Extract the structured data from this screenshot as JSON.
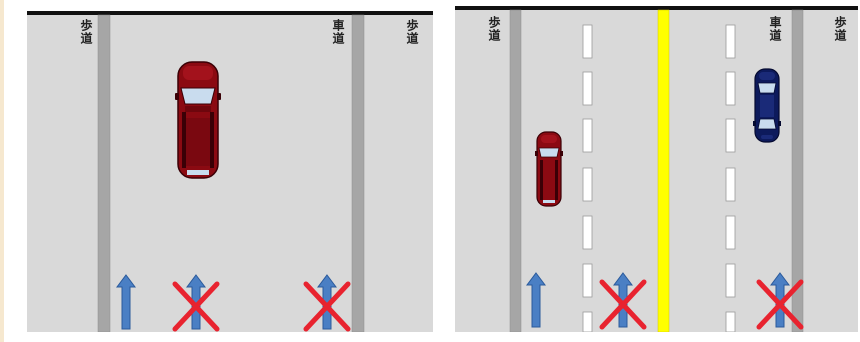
{
  "diagrams": [
    {
      "id": "left",
      "labels": {
        "sidewalk_left": "歩道",
        "roadway": "車道",
        "sidewalk_right": "歩道"
      },
      "arrows": [
        {
          "direction": "up",
          "allowed": true
        },
        {
          "direction": "up",
          "allowed": false
        },
        {
          "direction": "up",
          "allowed": false
        }
      ],
      "car": {
        "color": "#8b0a12",
        "direction": "up"
      }
    },
    {
      "id": "right",
      "labels": {
        "sidewalk_left": "歩道",
        "roadway": "車道",
        "sidewalk_right": "歩道"
      },
      "arrows": [
        {
          "direction": "up",
          "allowed": true
        },
        {
          "direction": "up",
          "allowed": false
        },
        {
          "direction": "up",
          "allowed": false
        }
      ],
      "cars": [
        {
          "color": "#8b0a12",
          "direction": "up"
        },
        {
          "color": "#0d1a5c",
          "direction": "down"
        }
      ],
      "center_line_color": "#ffff00"
    }
  ],
  "colors": {
    "road": "#d9d9d9",
    "curb": "#a6a6a6",
    "arrow": "#4a7fc4",
    "prohibited_x": "#e8232f"
  }
}
